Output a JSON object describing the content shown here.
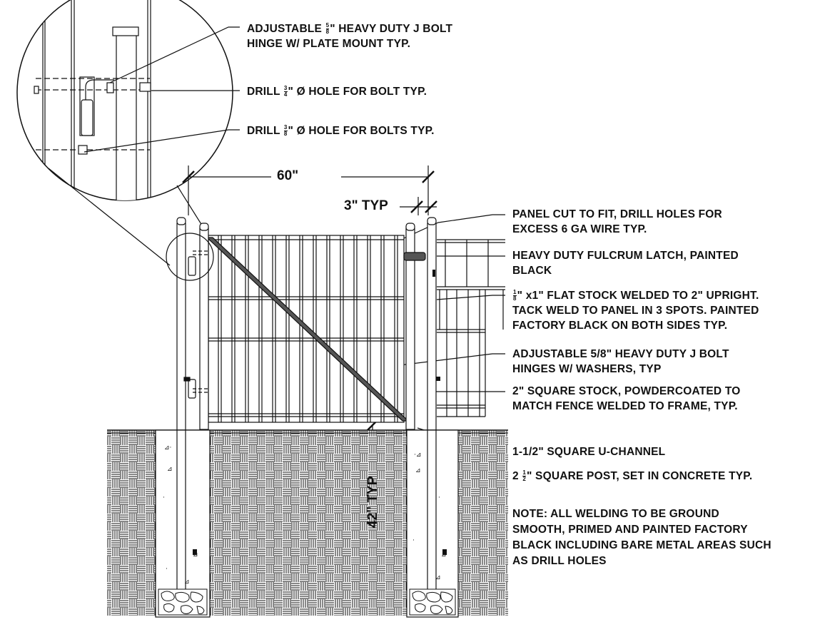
{
  "dimensions": {
    "gate_width": "60\"",
    "post_gap": "3\" TYP",
    "embed_depth": "42\" TYP"
  },
  "callouts": {
    "hinge_detail": {
      "line1_pre": "ADJUSTABLE ",
      "frac_num": "5",
      "frac_den": "8",
      "line1_post": "\" HEAVY DUTY J BOLT",
      "line2": "HINGE W/ PLATE MOUNT TYP."
    },
    "bolt_hole": {
      "pre": "DRILL ",
      "frac_num": "3",
      "frac_den": "4",
      "post": "\" Ø HOLE FOR BOLT TYP."
    },
    "bolts_hole": {
      "pre": "DRILL ",
      "frac_num": "3",
      "frac_den": "8",
      "post": "\" Ø HOLE FOR BOLTS TYP."
    },
    "panel_cut": {
      "line1": "PANEL CUT TO FIT, DRILL HOLES FOR",
      "line2": "EXCESS 6 GA WIRE TYP."
    },
    "latch": {
      "line1": "HEAVY DUTY FULCRUM LATCH, PAINTED",
      "line2": "BLACK"
    },
    "flat_stock": {
      "frac_num": "1",
      "frac_den": "8",
      "line1_post": "\" x1\" FLAT STOCK WELDED TO 2\" UPRIGHT.",
      "line2": "TACK WELD TO PANEL IN 3 SPOTS. PAINTED",
      "line3": "FACTORY BLACK ON BOTH SIDES TYP."
    },
    "hinges": {
      "line1": "ADJUSTABLE 5/8\" HEAVY DUTY J BOLT",
      "line2": "HINGES W/ WASHERS, TYP"
    },
    "square_stock": {
      "line1": "2\" SQUARE STOCK, POWDERCOATED TO",
      "line2": "MATCH FENCE WELDED TO FRAME, TYP."
    },
    "u_channel": {
      "text": "1-1/2\" SQUARE U-CHANNEL"
    },
    "post": {
      "pre": "2 ",
      "frac_num": "1",
      "frac_den": "2",
      "post": "\" SQUARE POST, SET IN CONCRETE TYP."
    },
    "note": {
      "line1": "NOTE: ALL WELDING TO BE GROUND",
      "line2": "SMOOTH, PRIMED AND PAINTED FACTORY",
      "line3": "BLACK INCLUDING BARE METAL AREAS SUCH",
      "line4": "AS DRILL HOLES"
    }
  },
  "colors": {
    "ink": "#111111",
    "brace": "#555555",
    "paper": "#ffffff"
  }
}
